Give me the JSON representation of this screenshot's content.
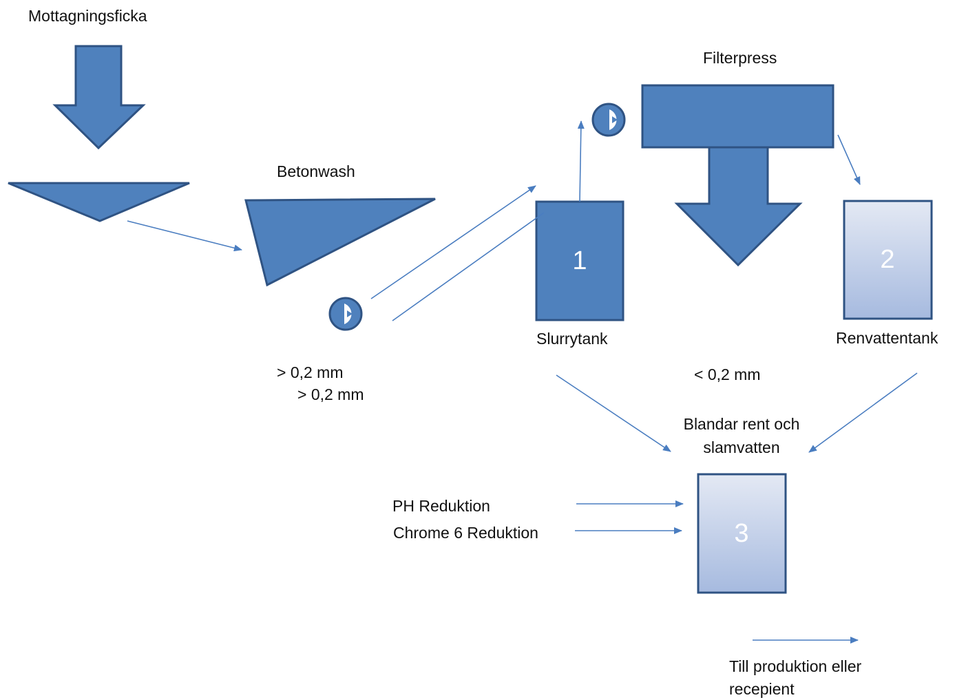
{
  "colors": {
    "shape_fill": "#4f81bd",
    "shape_stroke": "#2f5383",
    "light_tank_top": "#e4e9f4",
    "light_tank_bottom": "#a6badf",
    "connector": "#4a7dc0"
  },
  "labels": {
    "reception_pocket": "Mottagningsficka",
    "betonwash": "Betonwash",
    "filterpress": "Filterpress",
    "slurry_tank": "Slurrytank",
    "clean_water_tank": "Renvattentank",
    "coarse_fraction_1": "> 0,2 mm",
    "coarse_fraction_2": "> 0,2 mm",
    "fine_fraction": "< 0,2 mm",
    "mixing_line1": "Blandar rent och",
    "mixing_line2": "slamvatten",
    "ph_reduction": "PH Reduktion",
    "chrome6_reduction": "Chrome 6 Reduktion",
    "output_line1": "Till produktion eller",
    "output_line2": "recepient"
  },
  "tanks": {
    "tank1_number": "1",
    "tank2_number": "2",
    "tank3_number": "3"
  },
  "icons": {
    "pump_1": "pump-icon",
    "pump_2": "pump-icon"
  }
}
